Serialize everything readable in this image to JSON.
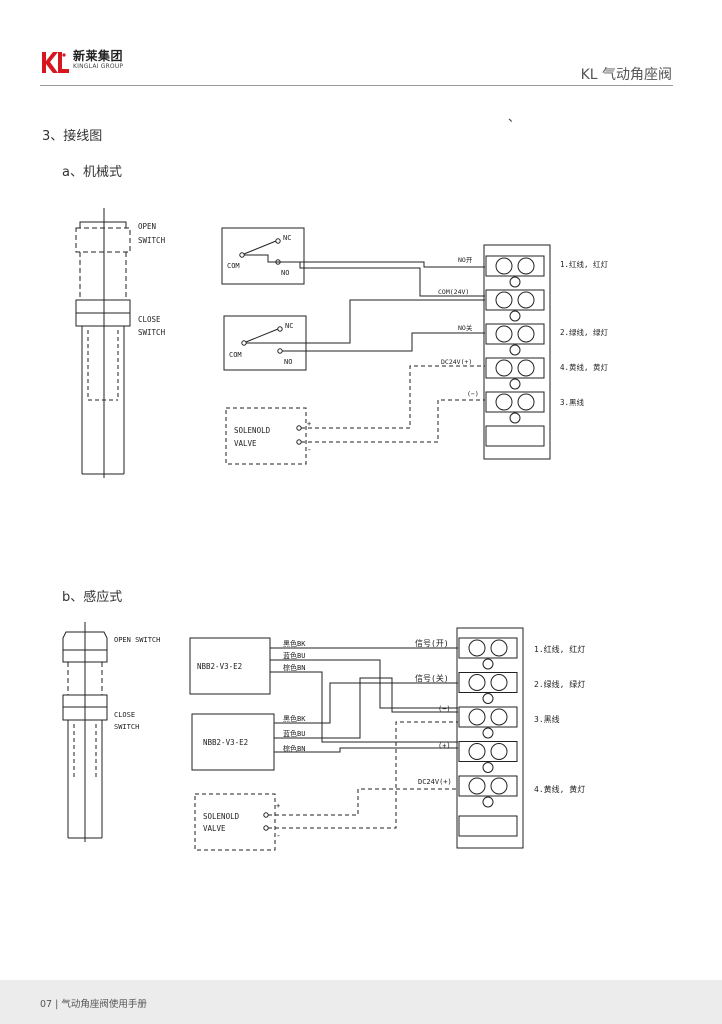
{
  "header": {
    "logo_mark": "KL",
    "logo_cn": "新莱集团",
    "logo_en": "KINGLAI GROUP",
    "doc_title": "KL 气动角座阀"
  },
  "stray_mark": "、",
  "sections": {
    "main": "3、接线图",
    "a": "a、机械式",
    "b": "b、感应式"
  },
  "diagram_a": {
    "actuator_labels": {
      "open": [
        "OPEN",
        "SWITCH"
      ],
      "close": [
        "CLOSE",
        "SWITCH"
      ]
    },
    "switch_labels": {
      "nc": "NC",
      "com": "COM",
      "no": "NO"
    },
    "solenoid": [
      "SOLENOLD",
      "VALVE"
    ],
    "plus": "+",
    "minus": "-",
    "wire_labels": [
      "NO开",
      "COM(24V)",
      "NO关",
      "DC24V(+)",
      "(−)"
    ],
    "terminal_labels": [
      "1.红线, 红灯",
      "2.绿线, 绿灯",
      "4.黄线, 黄灯",
      "3.黑线"
    ]
  },
  "diagram_b": {
    "actuator_labels": {
      "open": "OPEN SWITCH",
      "close": [
        "CLOSE",
        "SWITCH"
      ]
    },
    "sensor_name": "NBB2-V3-E2",
    "sensor_wires": [
      "黑色BK",
      "蓝色BU",
      "棕色BN"
    ],
    "solenoid": [
      "SOLENOLD",
      "VALVE"
    ],
    "plus": "+",
    "minus": "-",
    "wire_labels": [
      "信号(开)",
      "信号(关)",
      "(−)",
      "(+)",
      "DC24V(+)"
    ],
    "terminal_labels": [
      "1.红线, 红灯",
      "2.绿线, 绿灯",
      "3.黑线",
      "4.黄线, 黄灯"
    ]
  },
  "footer": {
    "text": "07 | 气动角座阀使用手册"
  },
  "colors": {
    "brand_red": "#d7161f",
    "line": "#222222",
    "rule": "#9a9a9a",
    "footer_bg": "#ececec"
  }
}
